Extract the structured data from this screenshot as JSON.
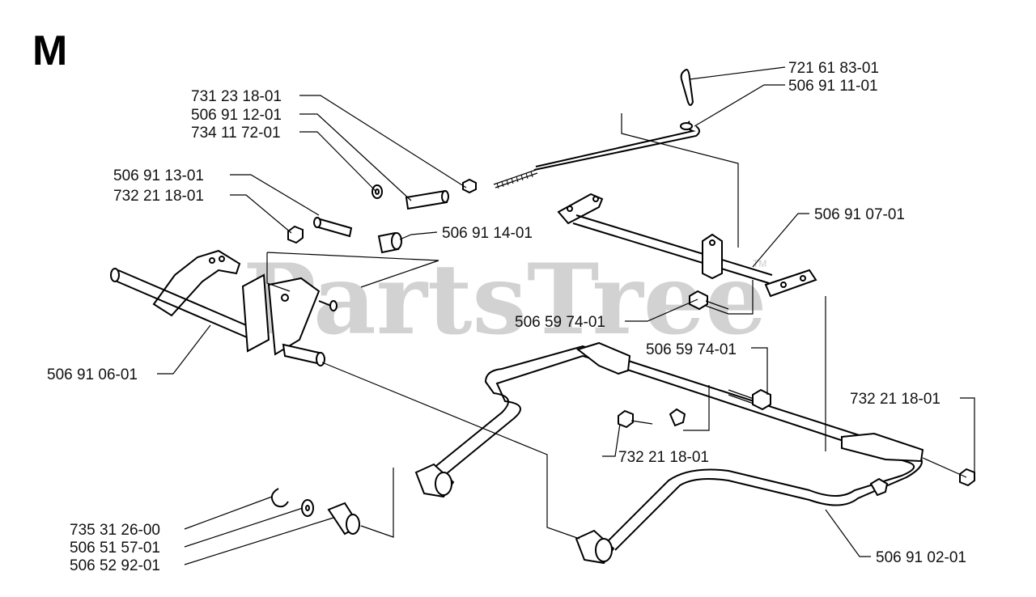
{
  "section_letter": "M",
  "watermark": {
    "text": "PartsTree",
    "trademark": "TM"
  },
  "callouts": [
    {
      "id": "c1",
      "label": "721 61 83-01"
    },
    {
      "id": "c2",
      "label": "506 91 11-01"
    },
    {
      "id": "c3",
      "label": "731 23 18-01"
    },
    {
      "id": "c4",
      "label": "506 91 12-01"
    },
    {
      "id": "c5",
      "label": "734 11 72-01"
    },
    {
      "id": "c6",
      "label": "506 91 13-01"
    },
    {
      "id": "c7",
      "label": "732 21 18-01"
    },
    {
      "id": "c8",
      "label": "506 91 14-01"
    },
    {
      "id": "c9",
      "label": "506 91 07-01"
    },
    {
      "id": "c10",
      "label": "506 59 74-01"
    },
    {
      "id": "c11",
      "label": "506 59 74-01"
    },
    {
      "id": "c12",
      "label": "506 91 06-01"
    },
    {
      "id": "c13",
      "label": "732 21 18-01"
    },
    {
      "id": "c14",
      "label": "732 21 18-01"
    },
    {
      "id": "c15",
      "label": "735 31 26-00"
    },
    {
      "id": "c16",
      "label": "506 51 57-01"
    },
    {
      "id": "c17",
      "label": "506 52 92-01"
    },
    {
      "id": "c18",
      "label": "506 91 02-01"
    }
  ]
}
